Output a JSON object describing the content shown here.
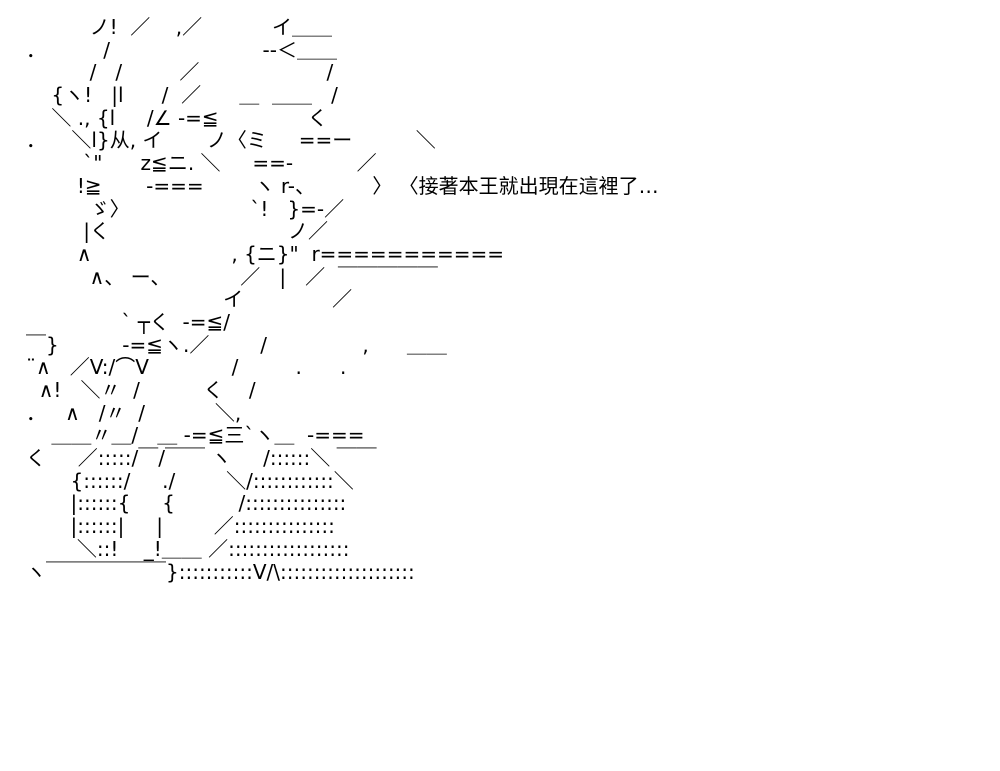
{
  "art": {
    "lines": [
      "          ノ!  ／    ,／           イ＿＿",
      "．         /                        --＜＿＿",
      "          /   /         ／                    /",
      "    {ヽ!   |l      /  ／      ＿  ＿＿   /",
      "    ＼ ., {l     /∠ -=≦              く",
      "．    ＼l}从, イ       ノ〈ミ     ==ー          ＼",
      "         `\"      z≦ニ. ＼     ==-          ／",
      "        !≧       -===        ヽ r-、         〉 〈接著本王就出現在這裡了…",
      "          ゞ〉                   `!   }=-／",
      "         |く                            ノ／",
      "        ∧                      , {ニ}\"  r===========",
      "          ∧、 ー、           ／   |   ／  ￣￣￣￣￣",
      "                               イ              ／",
      "               ` ┬く  -=≦/",
      "￣}          -=≦ヽ.／        /               ,      ＿＿",
      "¨∧   ／V:/⌒V             /         .      .",
      "  ∧!   ＼〃  /          く    /",
      "．   ∧   /〃  /           ＼,",
      "    ＿＿〃＿/   ＿ -=≦三`ヽ＿  -===",
      "く     ／:::::/￣/￣￣ ヽ     /::::::＼ ￣￣",
      "       {::::::/     ./        ＼/::::::::::::＼",
      "       |::::::{     {          /:::::::::::::::",
      "       |::::::|     |        ／:::::::::::::::",
      "        ＼::!    _!＿＿ ／::::::::::::::::::",
      "ヽ￣￣￣￣￣￣}:::::::::::V/\\::::::::::::::::::::"
    ]
  }
}
